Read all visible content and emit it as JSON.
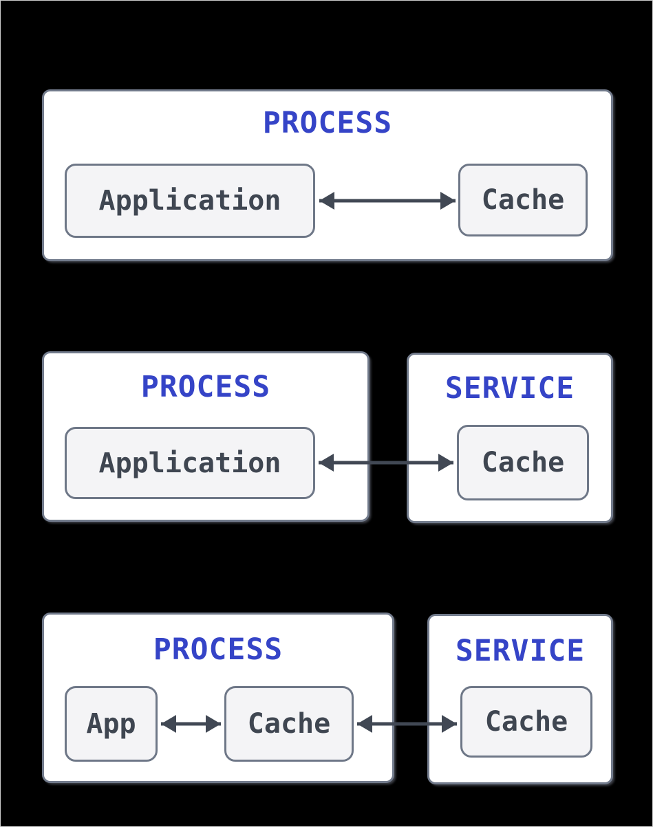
{
  "colors": {
    "background": "#000000",
    "page_border": "#cccccc",
    "container_fill": "#ffffff",
    "container_border": "#727b8c",
    "node_fill": "#f4f4f6",
    "node_border": "#6e7787",
    "title_color": "#3544c7",
    "node_text_color": "#3f4651",
    "arrow_color": "#414854"
  },
  "diagrams": [
    {
      "containers": [
        {
          "title": "PROCESS",
          "nodes": [
            {
              "label": "Application"
            },
            {
              "label": "Cache"
            }
          ]
        }
      ],
      "arrows": [
        {
          "between": [
            "Application",
            "Cache"
          ],
          "style": "bidirectional"
        }
      ]
    },
    {
      "containers": [
        {
          "title": "PROCESS",
          "nodes": [
            {
              "label": "Application"
            }
          ]
        },
        {
          "title": "SERVICE",
          "nodes": [
            {
              "label": "Cache"
            }
          ]
        }
      ],
      "arrows": [
        {
          "between": [
            "Application",
            "Cache"
          ],
          "style": "bidirectional"
        }
      ]
    },
    {
      "containers": [
        {
          "title": "PROCESS",
          "nodes": [
            {
              "label": "App"
            },
            {
              "label": "Cache"
            }
          ]
        },
        {
          "title": "SERVICE",
          "nodes": [
            {
              "label": "Cache"
            }
          ]
        }
      ],
      "arrows": [
        {
          "between": [
            "App",
            "Cache"
          ],
          "style": "bidirectional"
        },
        {
          "between": [
            "Cache",
            "Cache"
          ],
          "style": "bidirectional"
        }
      ]
    }
  ]
}
